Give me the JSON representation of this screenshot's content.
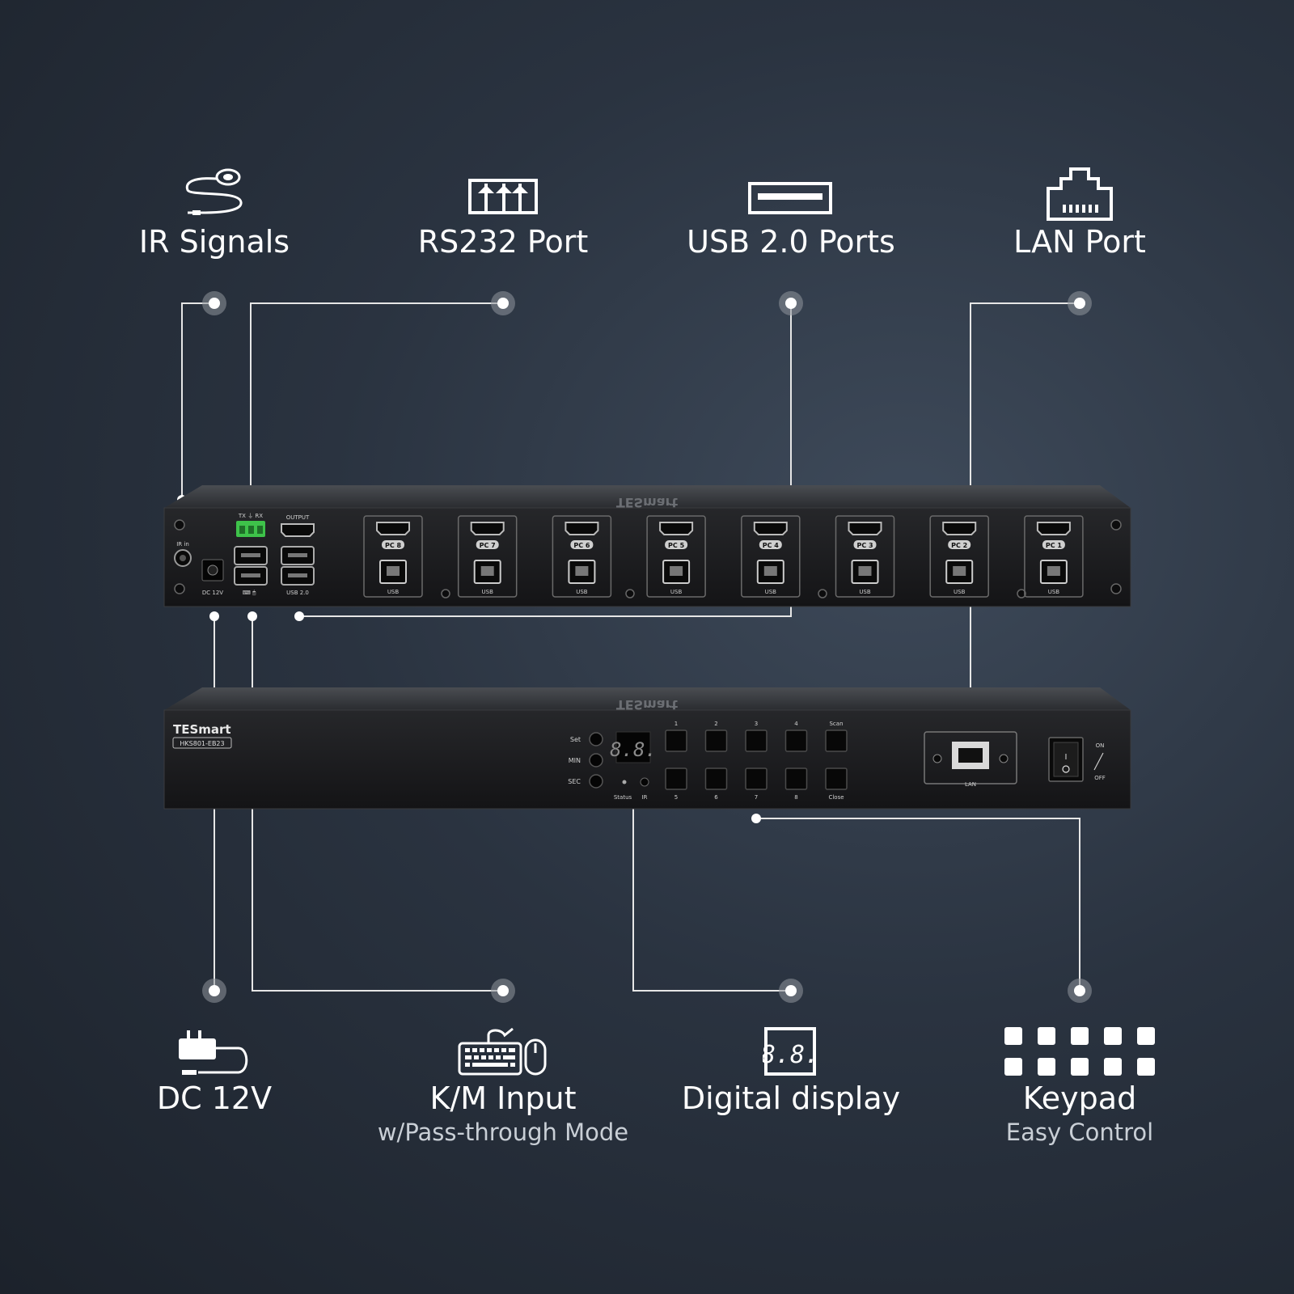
{
  "features_top": [
    {
      "key": "ir",
      "icon": "ir-receiver-icon",
      "title": "IR Signals"
    },
    {
      "key": "rs232",
      "icon": "rs232-terminal-icon",
      "title": "RS232 Port"
    },
    {
      "key": "usb",
      "icon": "usb-port-icon",
      "title": "USB 2.0 Ports"
    },
    {
      "key": "lan",
      "icon": "ethernet-port-icon",
      "title": "LAN Port"
    }
  ],
  "features_bottom": [
    {
      "key": "dc",
      "icon": "power-adapter-icon",
      "title": "DC 12V",
      "subtitle": ""
    },
    {
      "key": "km",
      "icon": "keyboard-mouse-icon",
      "title": "K/M Input",
      "subtitle": "w/Pass-through Mode"
    },
    {
      "key": "display",
      "icon": "seven-segment-display-icon",
      "title": "Digital display",
      "subtitle": ""
    },
    {
      "key": "keypad",
      "icon": "keypad-icon",
      "title": "Keypad",
      "subtitle": "Easy Control"
    }
  ],
  "rear_panel": {
    "ir_in": "IR in",
    "dc_label": "DC 12V",
    "rs232_label": "TX ⏚ RX",
    "output_label": "OUTPUT",
    "usb20_label": "USB 2.0",
    "pc_ports": [
      {
        "label": "PC 8",
        "usb": "USB"
      },
      {
        "label": "PC 7",
        "usb": "USB"
      },
      {
        "label": "PC 6",
        "usb": "USB"
      },
      {
        "label": "PC 5",
        "usb": "USB"
      },
      {
        "label": "PC 4",
        "usb": "USB"
      },
      {
        "label": "PC 3",
        "usb": "USB"
      },
      {
        "label": "PC 2",
        "usb": "USB"
      },
      {
        "label": "PC 1",
        "usb": "USB"
      }
    ],
    "top_brand": "TESmart"
  },
  "front_panel": {
    "brand": "TESmart",
    "model": "HKS801-EB23",
    "side_buttons": [
      "Set",
      "MIN",
      "SEC"
    ],
    "display_value": "8.8.",
    "status_label": "Status",
    "ir_label": "IR",
    "keys_top": [
      "1",
      "2",
      "3",
      "4",
      "Scan"
    ],
    "keys_bottom": [
      "5",
      "6",
      "7",
      "8",
      "Close"
    ],
    "lan_label": "LAN",
    "switch_on": "ON",
    "switch_off": "OFF",
    "top_brand": "TESmart"
  },
  "colors": {
    "line": "#e6e6e6",
    "terminal_green": "#3ec24a",
    "chassis": "#1c1c1e"
  }
}
